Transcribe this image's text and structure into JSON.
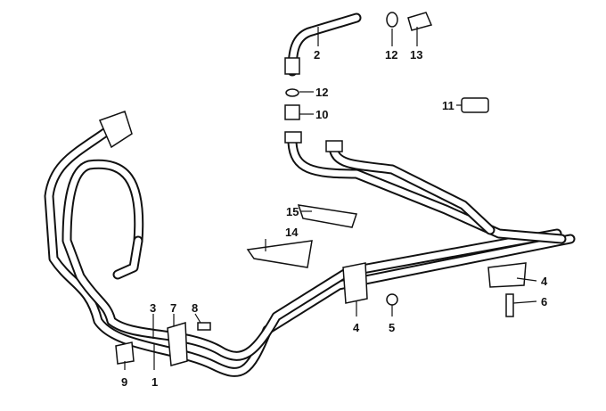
{
  "diagram": {
    "title": "Oil cooler lines parts diagram",
    "callouts": [
      {
        "id": "c2",
        "text": "2"
      },
      {
        "id": "c12a",
        "text": "12"
      },
      {
        "id": "c13",
        "text": "13"
      },
      {
        "id": "c12b",
        "text": "12"
      },
      {
        "id": "c10",
        "text": "10"
      },
      {
        "id": "c11",
        "text": "11"
      },
      {
        "id": "c15",
        "text": "15"
      },
      {
        "id": "c14",
        "text": "14"
      },
      {
        "id": "c4a",
        "text": "4"
      },
      {
        "id": "c6",
        "text": "6"
      },
      {
        "id": "c3",
        "text": "3"
      },
      {
        "id": "c7",
        "text": "7"
      },
      {
        "id": "c8",
        "text": "8"
      },
      {
        "id": "c4b",
        "text": "4"
      },
      {
        "id": "c5",
        "text": "5"
      },
      {
        "id": "c9",
        "text": "9"
      },
      {
        "id": "c1",
        "text": "1"
      }
    ]
  }
}
